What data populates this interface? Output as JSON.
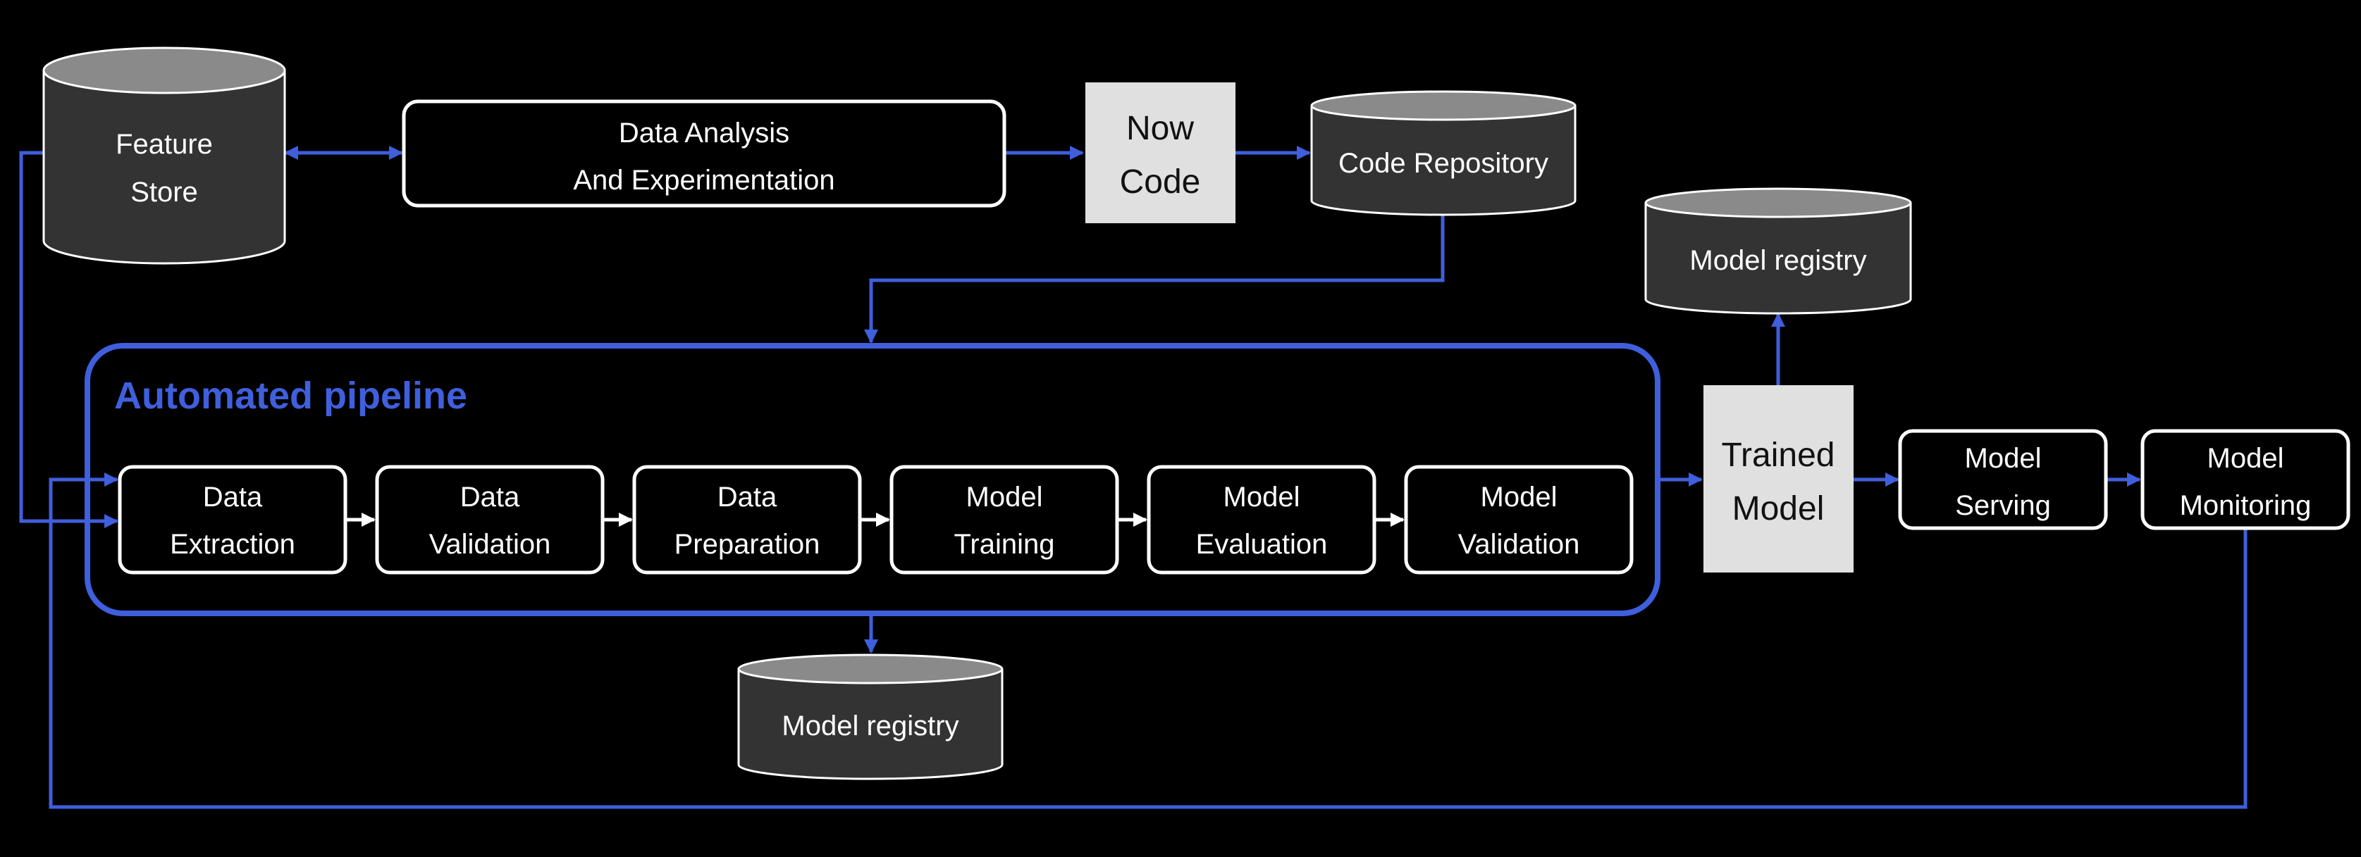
{
  "colors": {
    "accent": "#3f5fdc",
    "background": "#000000",
    "gray_box": "#e0e0e0",
    "cylinder": "#333333"
  },
  "feature_store": {
    "line1": "Feature",
    "line2": "Store"
  },
  "data_analysis": {
    "line1": "Data Analysis",
    "line2": "And Experimentation"
  },
  "new_code": {
    "line1": "Now",
    "line2": "Code"
  },
  "code_repository": {
    "label": "Code Repository"
  },
  "model_registry_top": {
    "label": "Model registry"
  },
  "model_registry_bottom": {
    "label": "Model registry"
  },
  "pipeline": {
    "title": "Automated pipeline",
    "steps": [
      {
        "line1": "Data",
        "line2": "Extraction"
      },
      {
        "line1": "Data",
        "line2": "Validation"
      },
      {
        "line1": "Data",
        "line2": "Preparation"
      },
      {
        "line1": "Model",
        "line2": "Training"
      },
      {
        "line1": "Model",
        "line2": "Evaluation"
      },
      {
        "line1": "Model",
        "line2": "Validation"
      }
    ]
  },
  "trained_model": {
    "line1": "Trained",
    "line2": "Model"
  },
  "model_serving": {
    "line1": "Model",
    "line2": "Serving"
  },
  "model_monitoring": {
    "line1": "Model",
    "line2": "Monitoring"
  }
}
